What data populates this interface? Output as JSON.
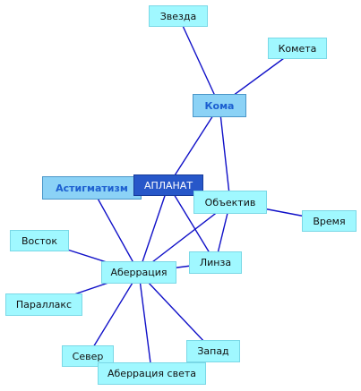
{
  "colors": {
    "edge": "#1010c8",
    "node_fill": "#a0f8ff",
    "hub_fill": "#8bd2f6",
    "hub_text": "#1c5fd0",
    "center_fill": "#2757c9",
    "center_text": "#ffffff"
  },
  "nodes": {
    "zvezda": "Звезда",
    "kometa": "Комета",
    "koma": "Кома",
    "astigmatizm": "Астигматизм",
    "aplanat": "АПЛАНАТ",
    "obektiv": "Объектив",
    "vremya": "Время",
    "vostok": "Восток",
    "linza": "Линза",
    "aberraciya": "Аберрация",
    "parallaks": "Параллакс",
    "zapad": "Запад",
    "sever": "Север",
    "aberraciya_sveta": "Аберрация света"
  },
  "edges": [
    [
      "zvezda",
      "koma"
    ],
    [
      "kometa",
      "koma"
    ],
    [
      "koma",
      "aplanat"
    ],
    [
      "koma",
      "obektiv"
    ],
    [
      "aplanat",
      "aberraciya"
    ],
    [
      "aplanat",
      "linza"
    ],
    [
      "astigmatizm",
      "aberraciya"
    ],
    [
      "obektiv",
      "vremya"
    ],
    [
      "obektiv",
      "aberraciya"
    ],
    [
      "obektiv",
      "linza"
    ],
    [
      "vostok",
      "aberraciya"
    ],
    [
      "linza",
      "aberraciya"
    ],
    [
      "parallaks",
      "aberraciya"
    ],
    [
      "sever",
      "aberraciya"
    ],
    [
      "zapad",
      "aberraciya"
    ],
    [
      "aberraciya_sveta",
      "aberraciya"
    ]
  ]
}
